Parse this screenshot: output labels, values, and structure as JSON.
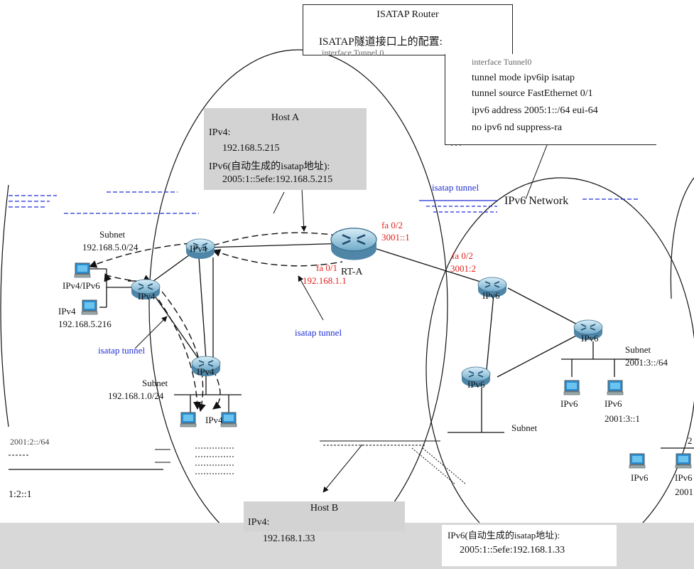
{
  "router_box": {
    "title": "ISATAP Router",
    "caption": "ISATAP隧道接口上的配置:",
    "partial_line": "interface Tunnel 0"
  },
  "router_config": {
    "lines": [
      "interface Tunnel0",
      "tunnel mode ipv6ip isatap",
      "tunnel source FastEthernet 0/1",
      "ipv6 address 2005:1::/64 eui-64",
      "no ipv6 nd suppress-ra"
    ]
  },
  "host_a": {
    "title": "Host A",
    "ipv4_label": "IPv4:",
    "ipv4": "192.168.5.215",
    "ipv6_label": "IPv6(自动生成的isatap地址):",
    "ipv6": "2005:1::5efe:192.168.5.215"
  },
  "host_b": {
    "title": "Host B",
    "ipv4_label": "IPv4:",
    "ipv4": "192.168.1.33",
    "ipv6_label": "IPv6(自动生成的isatap地址):",
    "ipv6": "2005:1::5efe:192.168.1.33"
  },
  "labels": {
    "ipv6_network": "IPv6 Network",
    "isatap_tunnel": "isatap tunnel",
    "subnet": "Subnet",
    "subnet_5": "192.168.5.0/24",
    "subnet_1": "192.168.1.0/24",
    "subnet_2001_3": "2001:3::/64",
    "rt_a": "RT-A",
    "fa02": "fa 0/2",
    "fa02_addr": "3001::1",
    "fa01": "fa 0/1",
    "fa01_addr": "192.168.1.1",
    "fa02_peer": "fa 0/2",
    "fa02_peer_addr": "3001:2",
    "ipv4": "IPv4",
    "ipv6": "IPv6",
    "ipv4_ipv6": "IPv4/IPv6",
    "host_216": "192.168.5.216",
    "host_2001_3_1": "2001:3::1",
    "left_subnet_partial": "2001:2::/64",
    "left_addr_partial": "1:2::1",
    "right_partial": "2",
    "right_partial_ipv6": "IPv6",
    "right_partial_addr": "2001"
  },
  "colors": {
    "label_red": "#e0201b",
    "label_blue": "#1f2fd6",
    "host_box": "#d3d3d3",
    "router_fill": "#9fd0e8",
    "router_dark": "#5a8fb0",
    "pc_screen": "#2a8fd0"
  }
}
